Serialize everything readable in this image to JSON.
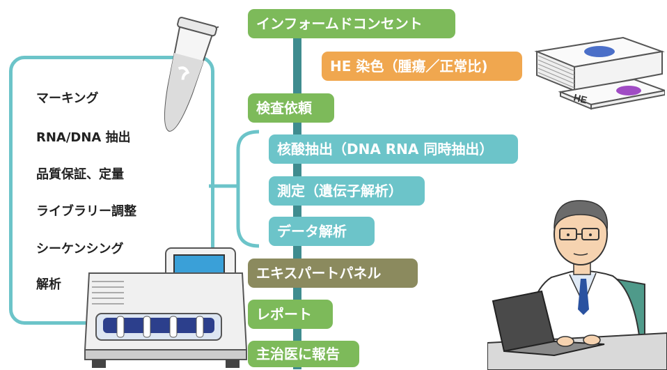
{
  "steps": {
    "informed_consent": "インフォームドコンセント",
    "he_stain": "HE 染色（腫瘍／正常比)",
    "test_request": "検査依頼",
    "extraction": "核酸抽出（DNA RNA 同時抽出）",
    "measurement": "測定（遺伝子解析）",
    "data_analysis": "データ解析",
    "expert_panel": "エキスパートパネル",
    "report": "レポート",
    "report_to_doctor": "主治医に報告"
  },
  "side_list": [
    "マーキング",
    "RNA/DNA 抽出",
    "品質保証、定量",
    "ライブラリー調整",
    "シーケンシング",
    "解析"
  ],
  "slide_label": "HE",
  "colors": {
    "green": "#7dba5a",
    "orange": "#f0a74f",
    "teal": "#6cc4c9",
    "olive": "#8b8a5e",
    "spine": "#3f8c8f",
    "frame": "#6cc4c9"
  },
  "illustrations": [
    "tube-icon",
    "slides-icon",
    "sequencer-icon",
    "doctor-icon"
  ]
}
